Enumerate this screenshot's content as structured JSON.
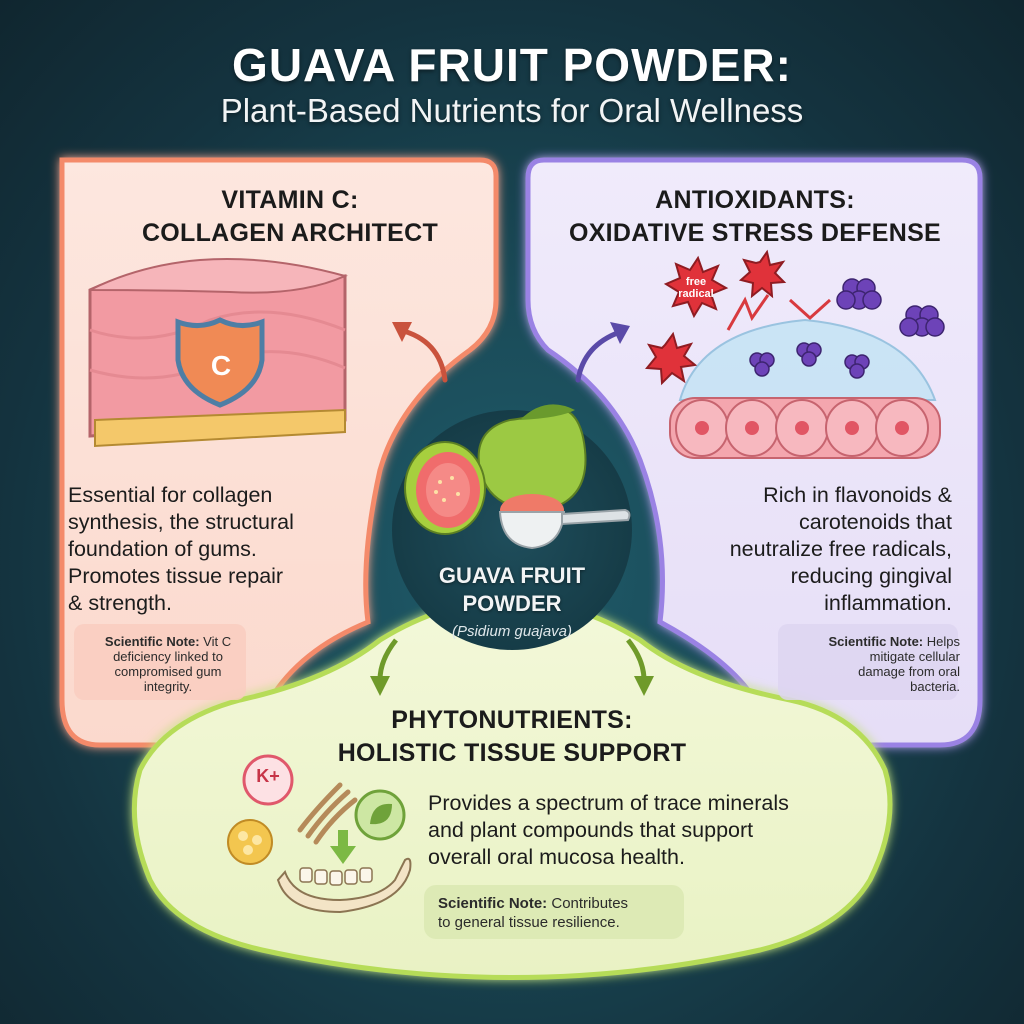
{
  "header": {
    "title": "GUAVA FRUIT POWDER:",
    "subtitle": "Plant-Based Nutrients for Oral Wellness"
  },
  "center": {
    "label_line1": "GUAVA FRUIT",
    "label_line2": "POWDER",
    "latin_name": "(Psidium guajava)"
  },
  "panels": {
    "vitamin_c": {
      "heading_line1": "VITAMIN C:",
      "heading_line2": "COLLAGEN ARCHITECT",
      "body_lines": [
        "Essential for collagen",
        "synthesis, the structural",
        "foundation of gums.",
        "Promotes tissue repair",
        "& strength."
      ],
      "note_label": "Scientific Note:",
      "note_text_lines": [
        " Vit C",
        "deficiency linked to",
        "compromised gum",
        "integrity."
      ],
      "shield_letter": "C",
      "color": "#f07b5e"
    },
    "antioxidants": {
      "heading_line1": "ANTIOXIDANTS:",
      "heading_line2": "OXIDATIVE STRESS DEFENSE",
      "body_lines": [
        "Rich in flavonoids &",
        "carotenoids that",
        "neutralize free radicals,",
        "reducing gingival",
        "inflammation."
      ],
      "note_label": "Scientific Note:",
      "note_text_lines": [
        " Helps",
        "mitigate cellular",
        "damage from oral",
        "bacteria."
      ],
      "free_radical_label_line1": "free",
      "free_radical_label_line2": "radical",
      "color": "#8a6fd6"
    },
    "phytonutrients": {
      "heading_line1": "PHYTONUTRIENTS:",
      "heading_line2": "HOLISTIC TISSUE SUPPORT",
      "body_lines": [
        "Provides a spectrum of trace minerals",
        "and plant compounds that support",
        "overall oral mucosa health."
      ],
      "note_label": "Scientific Note:",
      "note_text_lines": [
        " Contributes",
        "to general tissue resilience."
      ],
      "potassium_label": "K+",
      "color": "#a6cf45"
    }
  }
}
